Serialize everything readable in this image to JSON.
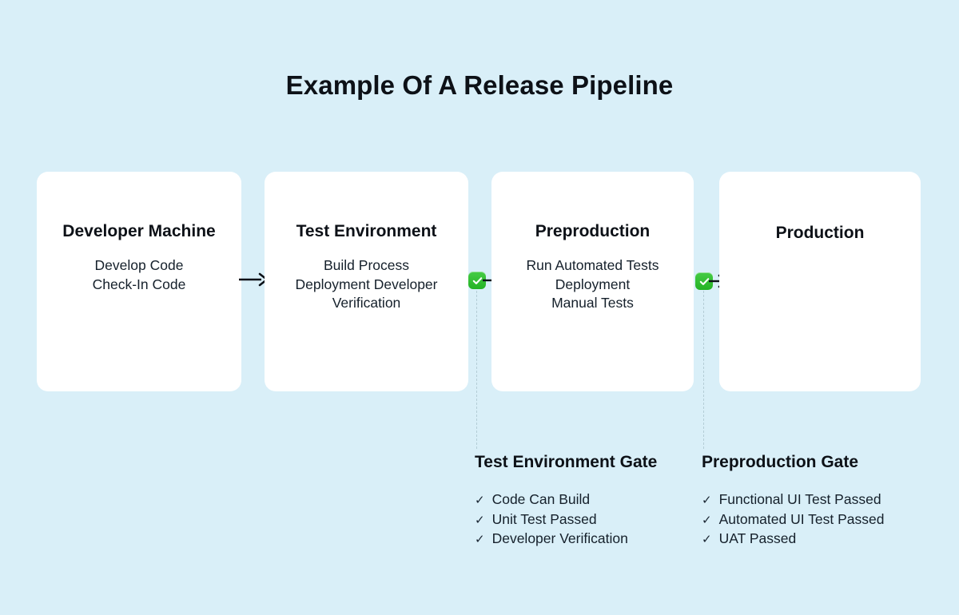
{
  "page": {
    "title": "Example Of A Release Pipeline",
    "background_color": "#d9eff8",
    "text_color": "#0d1117"
  },
  "pipeline": {
    "stages": [
      {
        "name": "Developer Machine",
        "activities": [
          "Develop Code",
          "Check-In Code"
        ]
      },
      {
        "name": "Test Environment",
        "activities": [
          "Build Process",
          "Deployment Developer",
          "Verification"
        ]
      },
      {
        "name": "Preproduction",
        "activities": [
          "Run Automated Tests",
          "Deployment",
          "Manual Tests"
        ]
      },
      {
        "name": "Production",
        "activities": []
      }
    ]
  },
  "gates": [
    {
      "title": "Test Environment Gate",
      "badge_icon": "green-check-badge-icon",
      "badge_color": "#2bbd2b",
      "criteria": [
        "Code Can Build",
        "Unit Test Passed",
        "Developer Verification"
      ]
    },
    {
      "title": "Preproduction Gate",
      "badge_icon": "green-check-badge-icon",
      "badge_color": "#2bbd2b",
      "criteria": [
        "Functional UI Test Passed",
        "Automated UI Test Passed",
        "UAT Passed"
      ]
    }
  ],
  "icons": {
    "check_mark": "✓",
    "arrow": "arrow-right-icon"
  }
}
